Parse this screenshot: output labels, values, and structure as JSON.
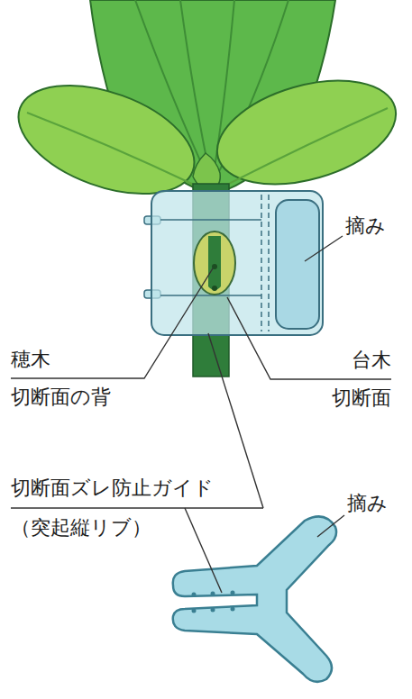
{
  "diagram": {
    "labels": [
      "摘み",
      "穂木 切断面の背",
      "台木 切断面",
      "切断面ズレ防止ガイド （突起縦リブ）",
      "摘み"
    ]
  }
}
